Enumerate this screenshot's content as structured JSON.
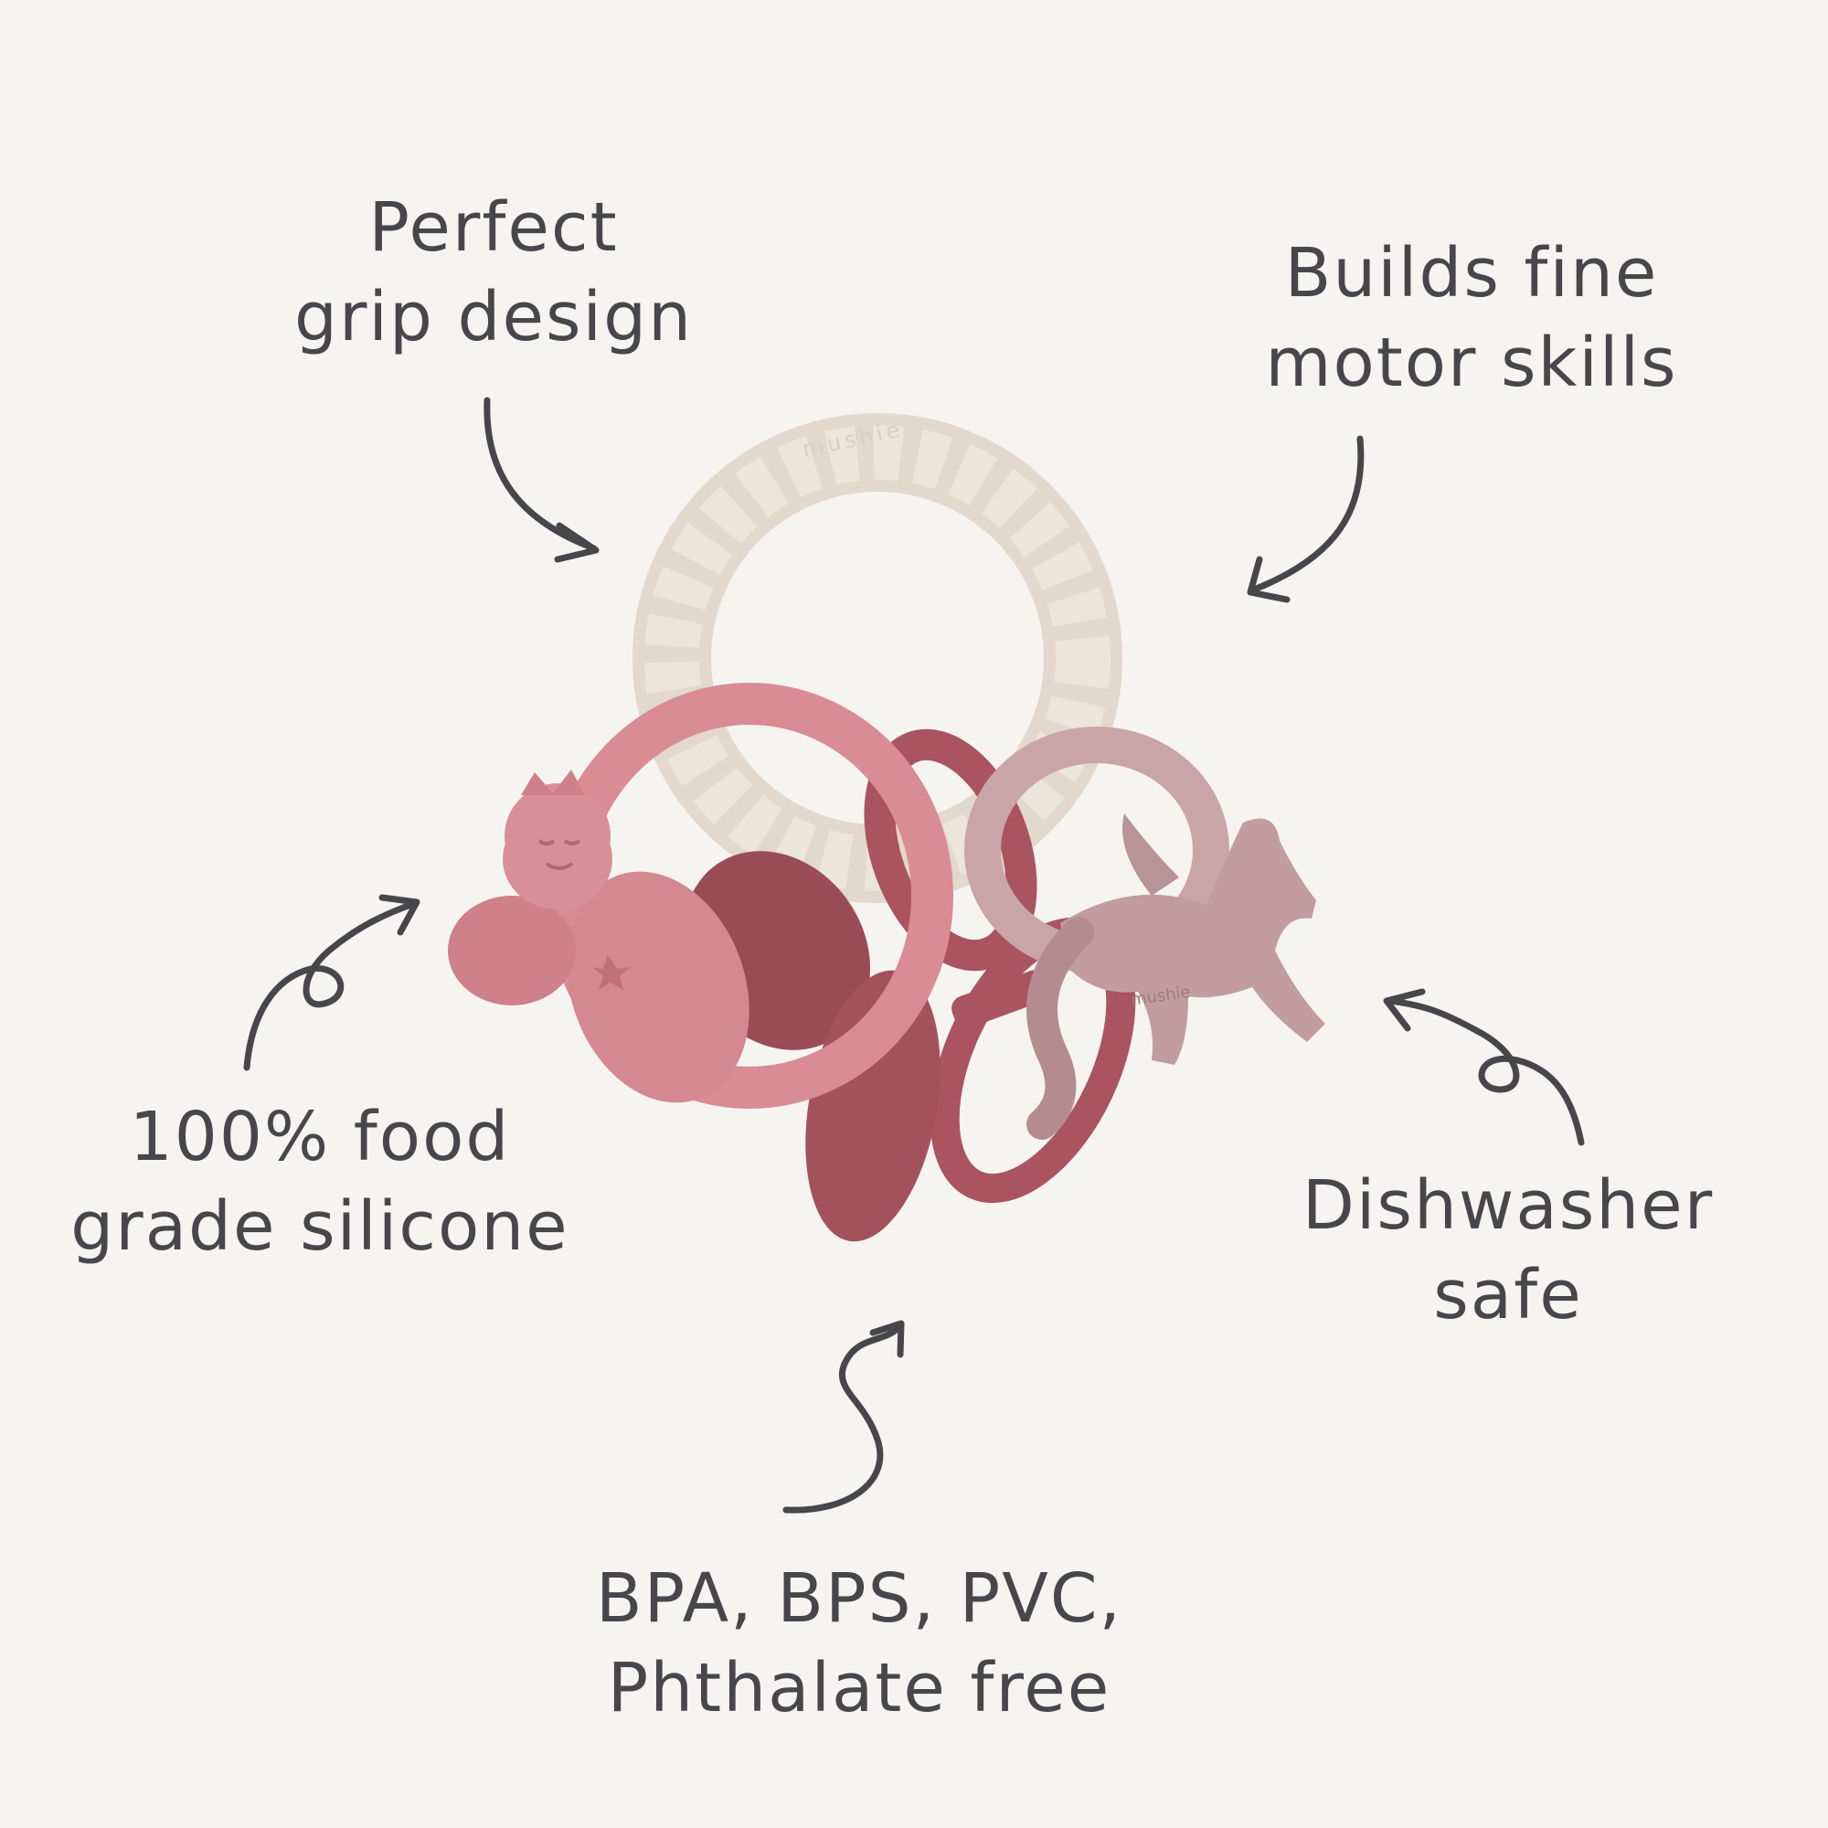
{
  "callouts": {
    "grip": {
      "line1": "Perfect",
      "line2": "grip design"
    },
    "motor": {
      "line1": "Builds fine",
      "line2": "motor skills"
    },
    "silicone": {
      "line1": "100% food",
      "line2": "grade silicone"
    },
    "dishwasher": {
      "line1": "Dishwasher",
      "line2": "safe"
    },
    "free": {
      "line1": "BPA, BPS, PVC,",
      "line2": "Phthalate free"
    }
  },
  "product": {
    "brand_mark_ring": "mushie",
    "brand_mark_unicorn": "mushie"
  },
  "colors": {
    "background": "#f5f4f0",
    "text": "#47474b",
    "cream_ring": "#e9e1d6",
    "pink_ring": "#d98c93",
    "rose_bow": "#a9545e",
    "mauve_unicorn": "#c9a5a8"
  }
}
